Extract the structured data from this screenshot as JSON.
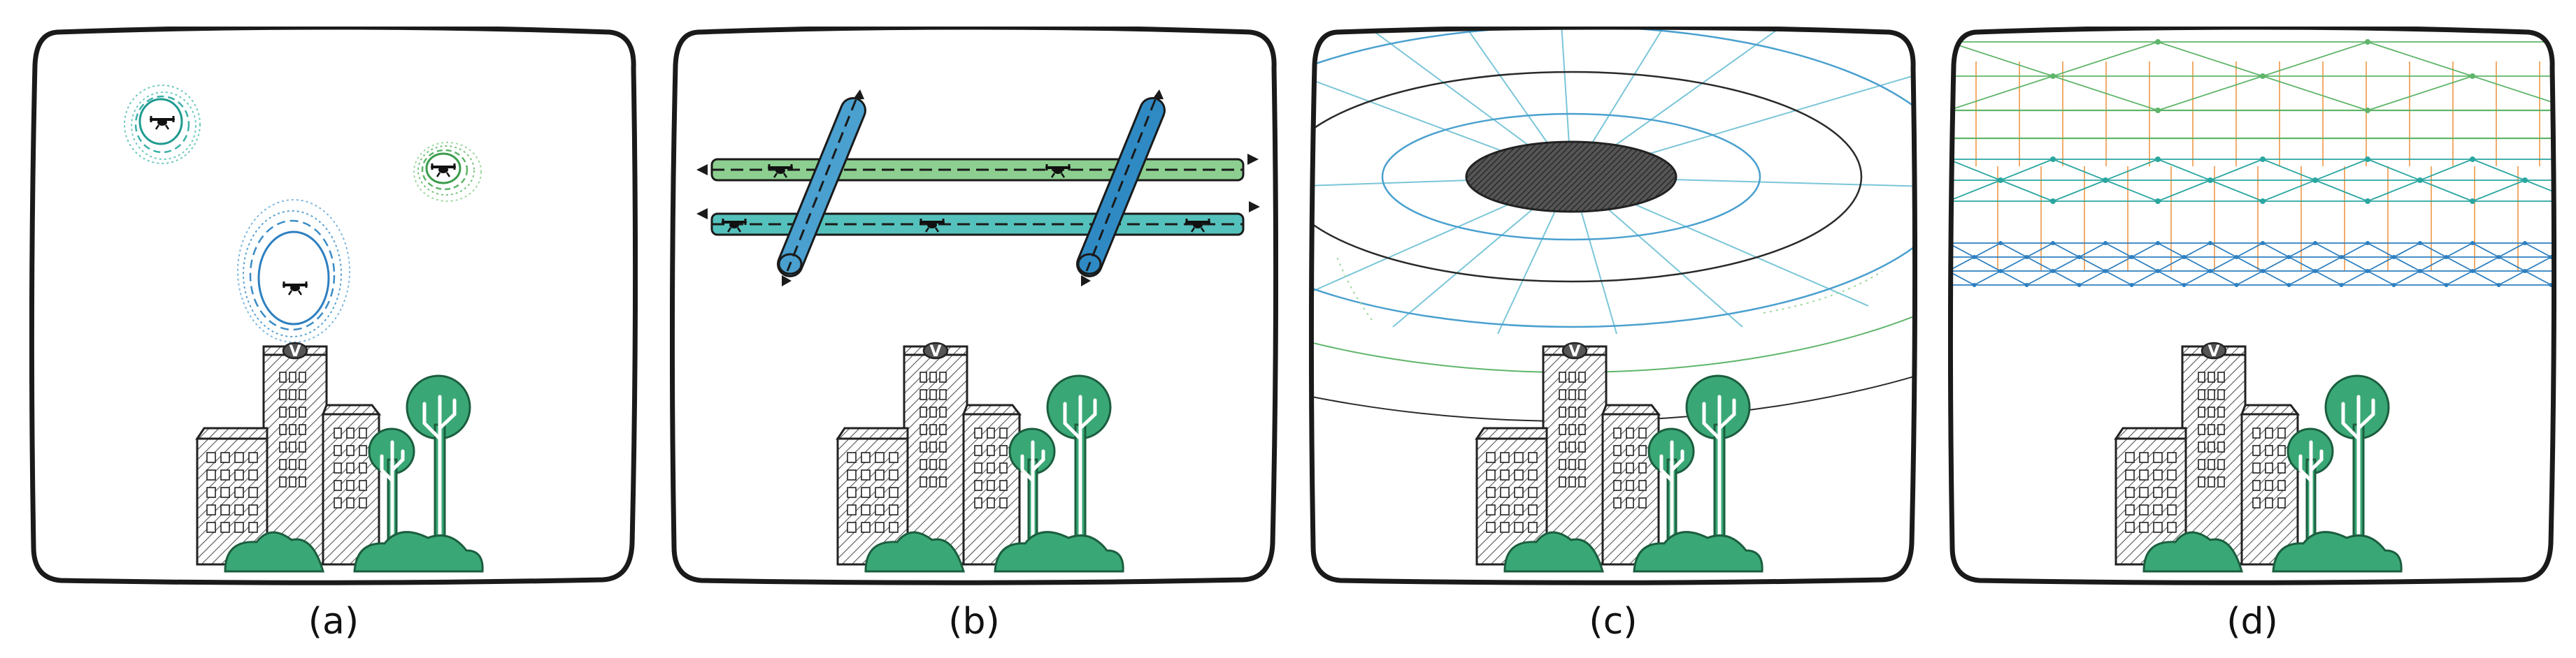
{
  "panels": [
    {
      "id": "a",
      "caption": "(a)"
    },
    {
      "id": "b",
      "caption": "(b)"
    },
    {
      "id": "c",
      "caption": "(c)"
    },
    {
      "id": "d",
      "caption": "(d)"
    }
  ],
  "colors": {
    "frame": "#1a1a1a",
    "tree_green": "#3aa876",
    "corridor_green": "#8dcf90",
    "corridor_teal": "#55c1bc",
    "corridor_blue": "#2f8ac4",
    "corridor_blue_light": "#4aa0cf",
    "layer_green": "#5fb56a",
    "layer_teal": "#2aa6a0",
    "layer_blue": "#2d7fc0",
    "connector_orange": "#f0a35a",
    "hatch": "#555555"
  }
}
